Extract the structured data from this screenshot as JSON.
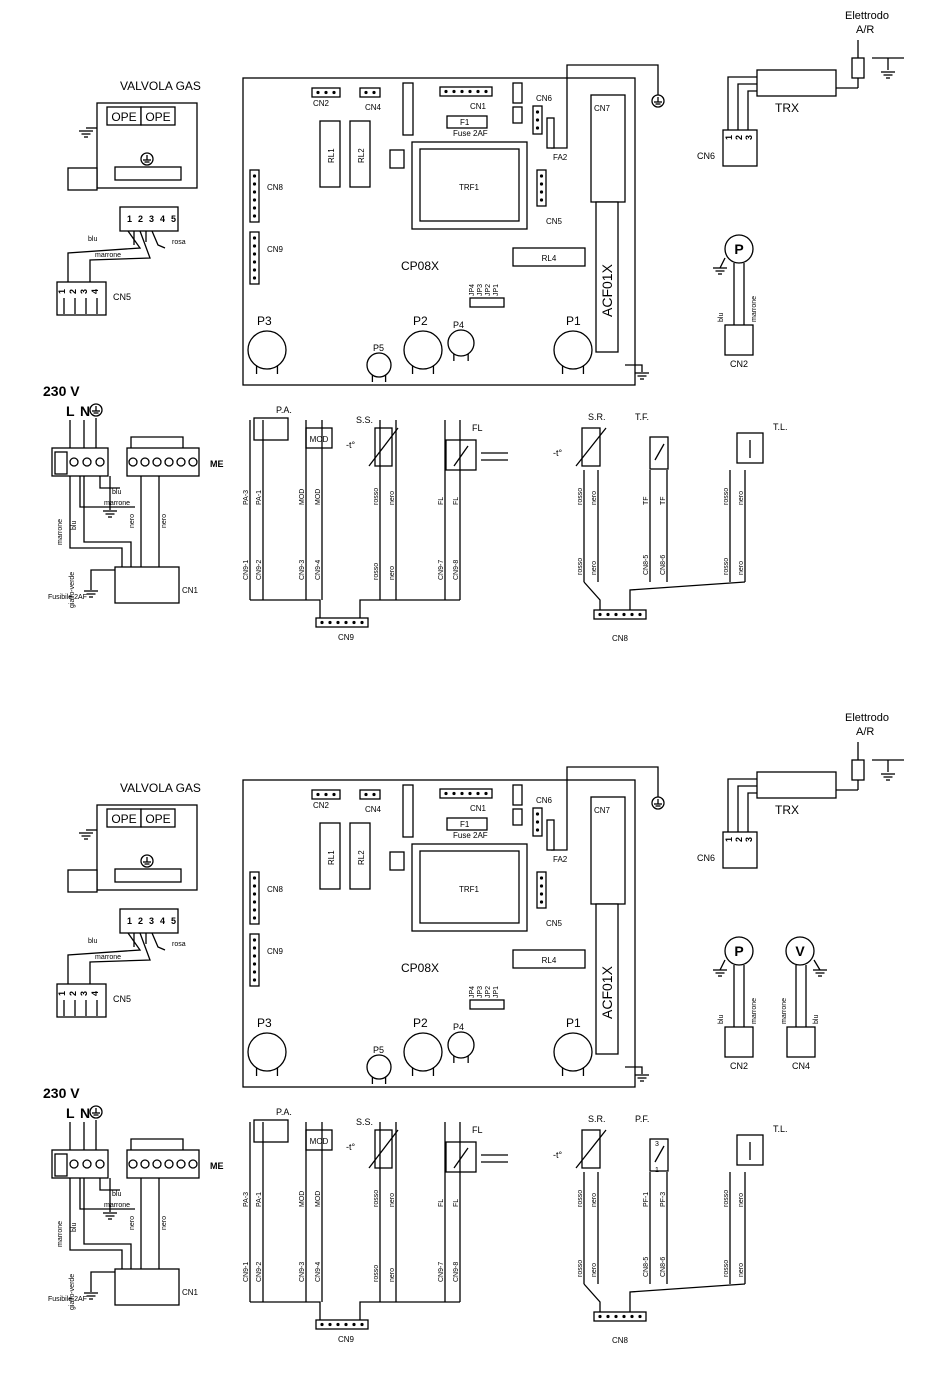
{
  "diagram": {
    "top": {
      "valve_title": "VALVOLA GAS",
      "ope_left": "OPE",
      "ope_right": "OPE",
      "valve_pins": [
        "1",
        "2",
        "3",
        "4",
        "5"
      ],
      "valve_wire_blu": "blu",
      "valve_wire_marrone": "marrone",
      "valve_wire_rosa": "rosa",
      "cn5_label": "CN5",
      "cn5_pins": [
        "1",
        "2",
        "3",
        "4"
      ],
      "board_label": "CP08X",
      "board_module": "ACF01X",
      "cn1": "CN1",
      "cn2": "CN2",
      "cn4": "CN4",
      "cn5": "CN5",
      "cn6": "CN6",
      "cn7": "CN7",
      "cn8": "CN8",
      "cn9": "CN9",
      "f1": "F1",
      "fuse": "Fuse 2AF",
      "fa2": "FA2",
      "rl1": "RL1",
      "rl2": "RL2",
      "rl4": "RL4",
      "trf1": "TRF1",
      "jp": [
        "JP4",
        "JP3",
        "JP2",
        "JP1"
      ],
      "p1": "P1",
      "p2": "P2",
      "p3": "P3",
      "p4": "P4",
      "p5": "P5",
      "electrode_title_1": "Elettrodo",
      "electrode_title_2": "A/R",
      "trx": "TRX",
      "trx_cn": "CN6",
      "trx_pins": [
        "1",
        "2",
        "3"
      ],
      "pump_letter": "P",
      "pump_wire_blu": "blu",
      "pump_wire_marrone": "marrone",
      "pump_cn": "CN2",
      "supply_voltage": "230 V",
      "supply_terms": [
        "L",
        "N"
      ],
      "fuse_label": "Fusibile 2AF",
      "me_label": "ME",
      "pw_blu": "blu",
      "pw_marrone": "marrone",
      "pw_nero_1": "nero",
      "pw_nero_2": "nero",
      "pw_v_marrone": "marrone",
      "pw_v_blu": "blu",
      "pw_giallo_verde": "giallo-verde",
      "pw_cn1": "CN1",
      "pa": "P.A.",
      "mod": "MOD",
      "ss": "S.S.",
      "fl": "FL",
      "temp_sym": "-t°",
      "cn9_wires": [
        "PA-3",
        "PA-1",
        "MOD",
        "MOD",
        "rosso",
        "nero",
        "FL",
        "FL"
      ],
      "cn9_lower": [
        "CN9-1",
        "CN9-2",
        "CN9-3",
        "CN9-4",
        "rosso",
        "nero",
        "CN9-7",
        "CN9-8"
      ],
      "cn9_conn": "CN9",
      "sr": "S.R.",
      "tf": "T.F.",
      "tl": "T.L.",
      "cn8_wires": [
        "rosso",
        "nero",
        "TF",
        "TF",
        "rosso",
        "nero"
      ],
      "cn8_lower": [
        "rosso",
        "nero",
        "CN8-5",
        "CN8-6",
        "rosso",
        "nero"
      ],
      "cn8_conn": "CN8"
    },
    "bottom": {
      "valve_title": "VALVOLA GAS",
      "ope_left": "OPE",
      "ope_right": "OPE",
      "valve_pins": [
        "1",
        "2",
        "3",
        "4",
        "5"
      ],
      "valve_wire_blu": "blu",
      "valve_wire_marrone": "marrone",
      "valve_wire_rosa": "rosa",
      "cn5_label": "CN5",
      "cn5_pins": [
        "1",
        "2",
        "3",
        "4"
      ],
      "board_label": "CP08X",
      "board_module": "ACF01X",
      "cn1": "CN1",
      "cn2": "CN2",
      "cn4": "CN4",
      "cn5": "CN5",
      "cn6": "CN6",
      "cn7": "CN7",
      "cn8": "CN8",
      "cn9": "CN9",
      "f1": "F1",
      "fuse": "Fuse 2AF",
      "fa2": "FA2",
      "rl1": "RL1",
      "rl2": "RL2",
      "rl4": "RL4",
      "trf1": "TRF1",
      "jp": [
        "JP4",
        "JP3",
        "JP2",
        "JP1"
      ],
      "p1": "P1",
      "p2": "P2",
      "p3": "P3",
      "p4": "P4",
      "p5": "P5",
      "electrode_title_1": "Elettrodo",
      "electrode_title_2": "A/R",
      "trx": "TRX",
      "trx_cn": "CN6",
      "trx_pins": [
        "1",
        "2",
        "3"
      ],
      "pump_letter": "P",
      "pump_wire_blu": "blu",
      "pump_wire_marrone": "marrone",
      "pump_cn": "CN2",
      "fan_letter": "V",
      "fan_wire_marrone": "marrone",
      "fan_wire_blu": "blu",
      "fan_cn": "CN4",
      "supply_voltage": "230 V",
      "supply_terms": [
        "L",
        "N"
      ],
      "fuse_label": "Fusibile 2AF",
      "me_label": "ME",
      "pw_blu": "blu",
      "pw_marrone": "marrone",
      "pw_nero_1": "nero",
      "pw_nero_2": "nero",
      "pw_v_marrone": "marrone",
      "pw_v_blu": "blu",
      "pw_giallo_verde": "giallo-verde",
      "pw_cn1": "CN1",
      "pa": "P.A.",
      "mod": "MOD",
      "ss": "S.S.",
      "fl": "FL",
      "temp_sym": "-t°",
      "cn9_wires": [
        "PA-3",
        "PA-1",
        "MOD",
        "MOD",
        "rosso",
        "nero",
        "FL",
        "FL"
      ],
      "cn9_lower": [
        "CN9-1",
        "CN9-2",
        "CN9-3",
        "CN9-4",
        "rosso",
        "nero",
        "CN9-7",
        "CN9-8"
      ],
      "cn9_conn": "CN9",
      "sr": "S.R.",
      "pf": "P.F.",
      "pf_pins": [
        "3",
        "1"
      ],
      "tl": "T.L.",
      "cn8_wires": [
        "rosso",
        "nero",
        "PF-1",
        "PF-3",
        "rosso",
        "nero"
      ],
      "cn8_lower": [
        "rosso",
        "nero",
        "CN8-5",
        "CN8-6",
        "rosso",
        "nero"
      ],
      "cn8_conn": "CN8"
    }
  }
}
